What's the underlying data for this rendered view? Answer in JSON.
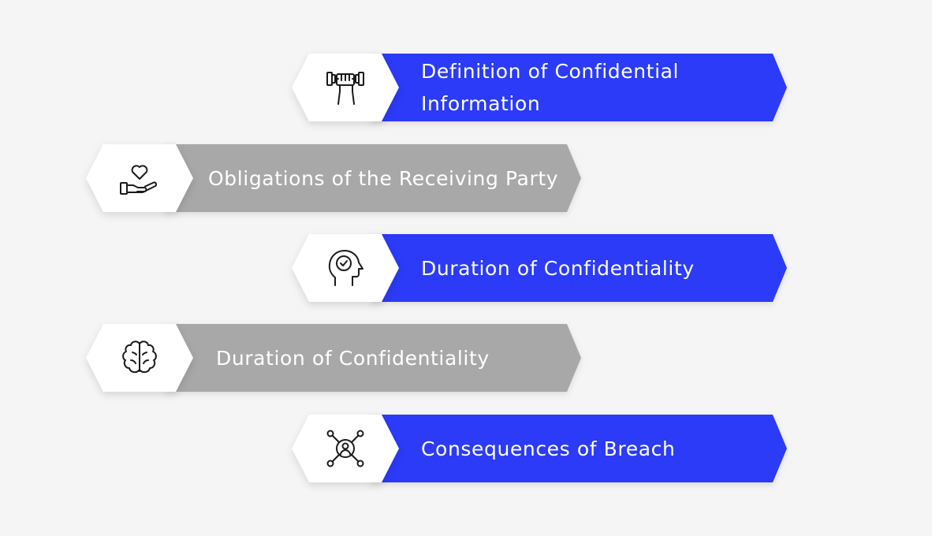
{
  "colors": {
    "blue": "#2b3bf7",
    "gray": "#a8a8a8",
    "hex_fill": "#ffffff",
    "icon_stroke": "#1a1a1a",
    "label_text": "#ffffff",
    "background": "#f5f5f5"
  },
  "steps": [
    {
      "label": "Definition of Confidential Information",
      "color": "blue",
      "icon": "dumbbell-fist-icon"
    },
    {
      "label": "Obligations of the Receiving Party",
      "color": "gray",
      "icon": "heart-in-hand-icon"
    },
    {
      "label": "Duration of Confidentiality",
      "color": "blue",
      "icon": "head-checkmark-icon"
    },
    {
      "label": "Duration of Confidentiality",
      "color": "gray",
      "icon": "brain-icon"
    },
    {
      "label": "Consequences of Breach",
      "color": "blue",
      "icon": "user-network-icon"
    }
  ]
}
